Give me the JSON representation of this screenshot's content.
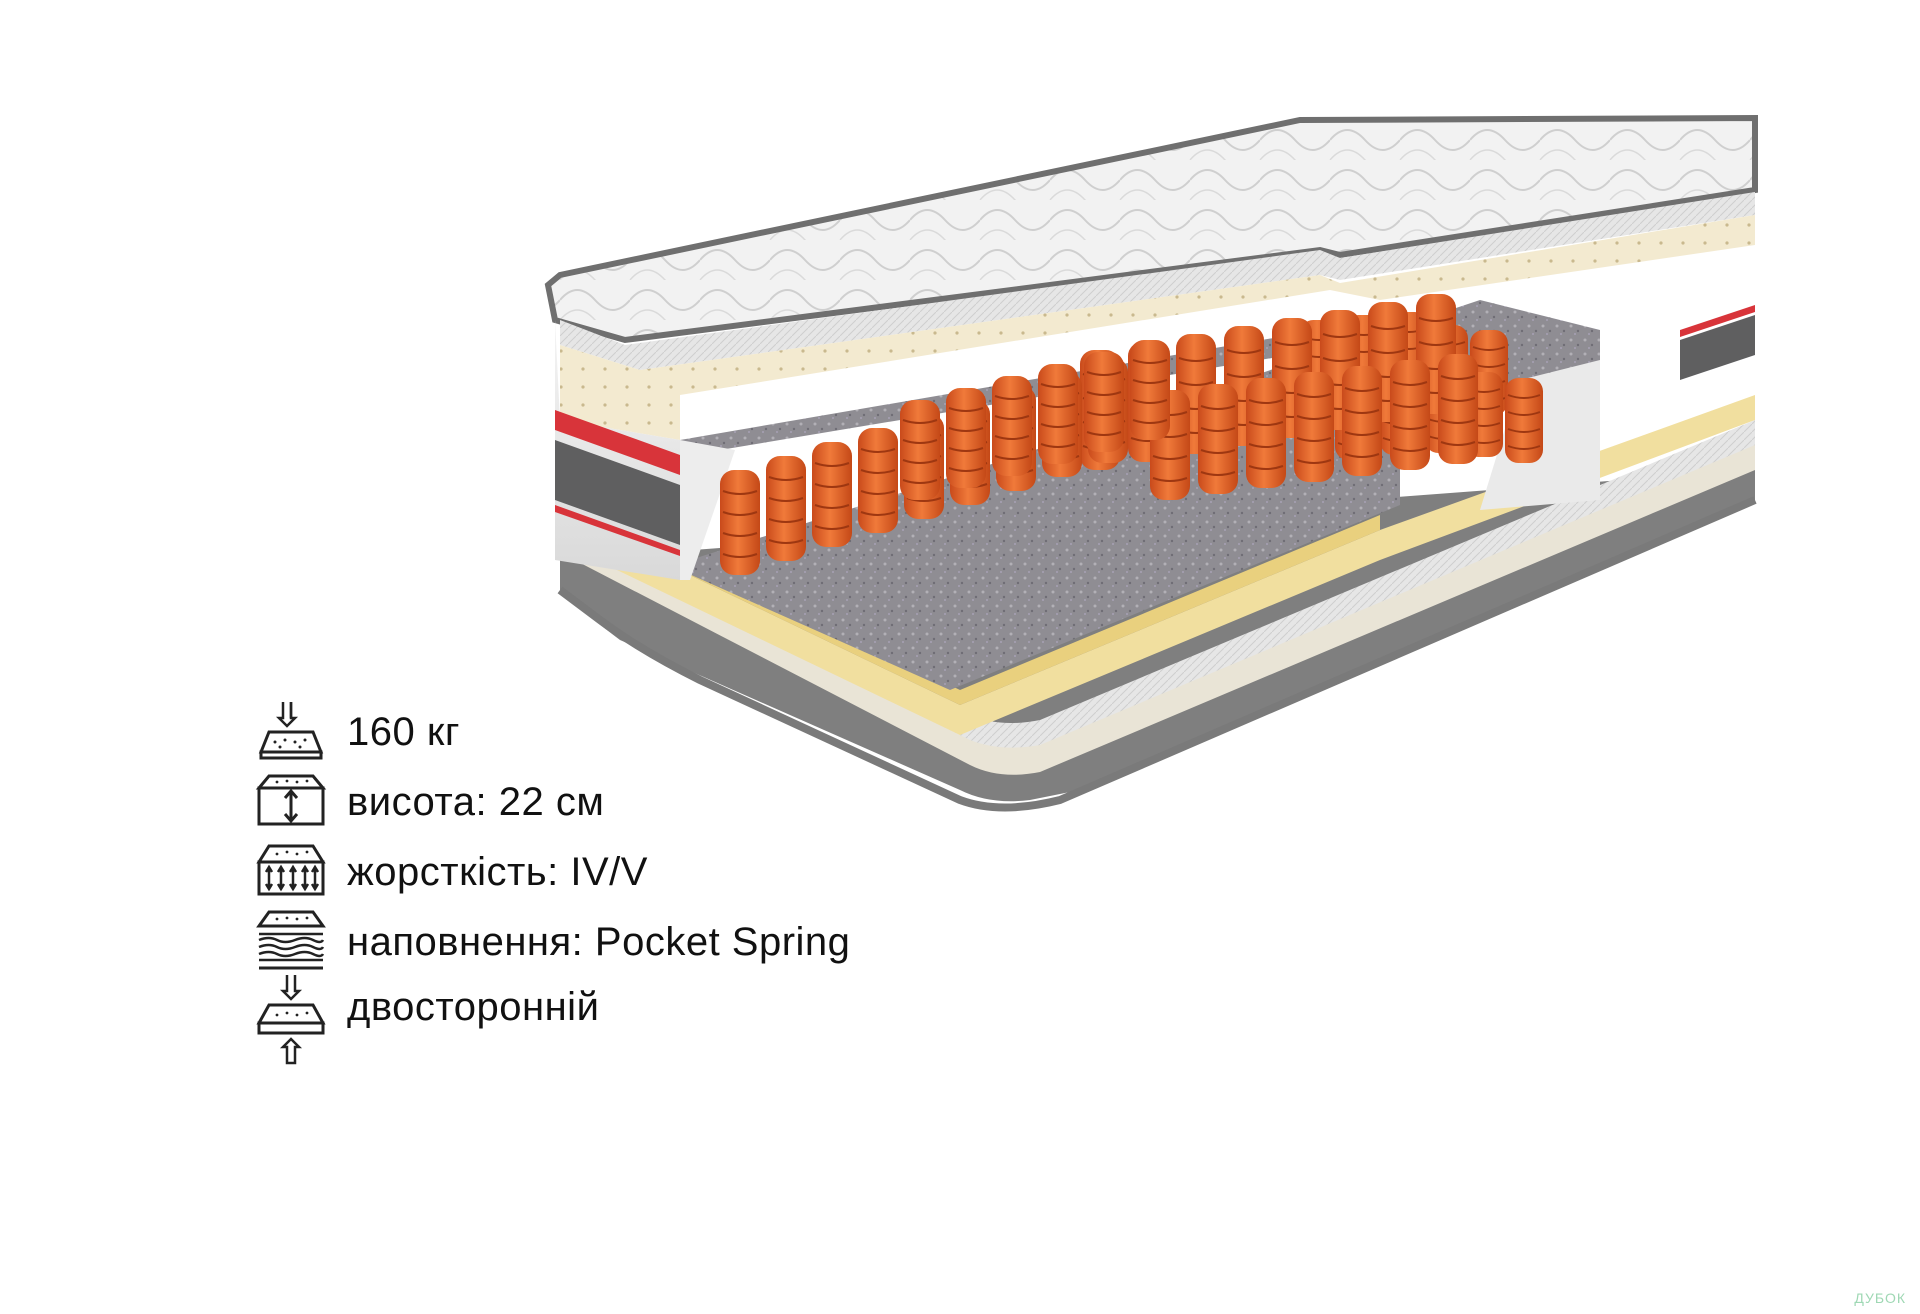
{
  "specs": [
    {
      "icon": "weight-load-icon",
      "text": "160 кг"
    },
    {
      "icon": "height-icon",
      "text": "висота: 22 см"
    },
    {
      "icon": "firmness-icon",
      "text": "жорсткість: IV/V"
    },
    {
      "icon": "filling-icon",
      "text": "наповнення: Pocket Spring"
    },
    {
      "icon": "two-sided-icon",
      "text": "двосторонній"
    }
  ],
  "watermark": "ДУБОК",
  "colors": {
    "springs": "#e8612a",
    "felt": "#8f8d93",
    "latex": "#f3ead0",
    "foam": "#f1df9f",
    "cover": "#eeeeee",
    "stripe": "#d8343a"
  }
}
